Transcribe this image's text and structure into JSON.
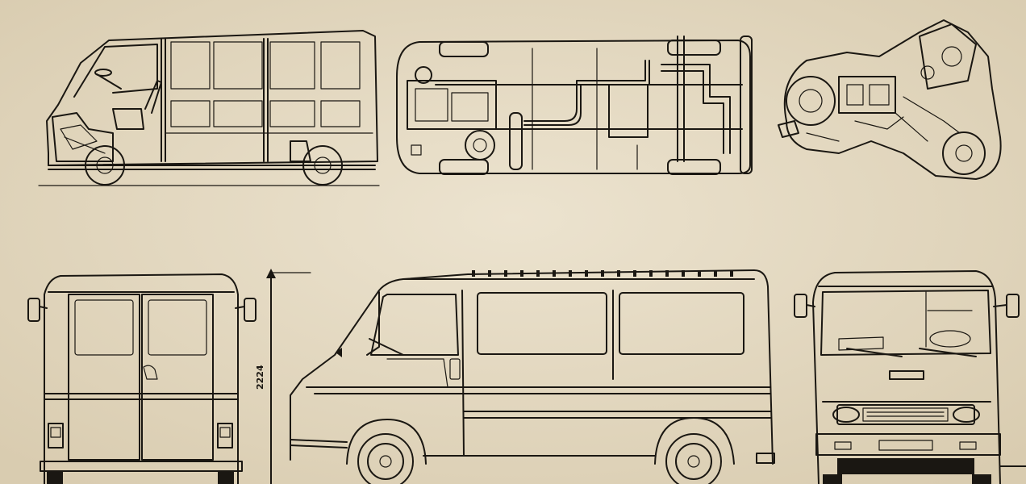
{
  "drawing": {
    "dimension_label": "2224",
    "colors": {
      "paper": "#e7dcc6",
      "ink": "#1a1712"
    },
    "views": [
      "side-cutaway",
      "chassis-underside",
      "engine-assembly",
      "rear",
      "side",
      "front"
    ]
  }
}
